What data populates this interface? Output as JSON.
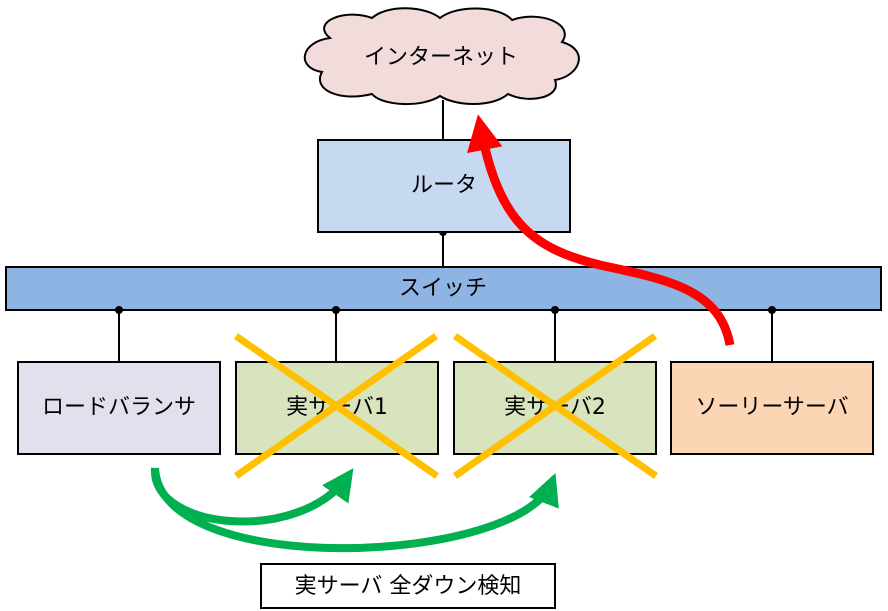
{
  "nodes": {
    "internet": "インターネット",
    "router": "ルータ",
    "switch": "スイッチ",
    "load_balancer": "ロードバランサ",
    "real_server_1": "実サーバ1",
    "real_server_2": "実サーバ2",
    "sorry_server": "ソーリーサーバ"
  },
  "caption": "実サーバ 全ダウン検知",
  "colors": {
    "cloud_fill": "#f2dcdb",
    "router_fill": "#c6d9f1",
    "switch_fill": "#8eb4e3",
    "lb_fill": "#e4dfec",
    "real_server_fill": "#d7e4bd",
    "sorry_server_fill": "#fcd5b5",
    "down_cross": "#ffc000",
    "detect_arrow": "#00b050",
    "failover_arrow": "#ff0000"
  }
}
